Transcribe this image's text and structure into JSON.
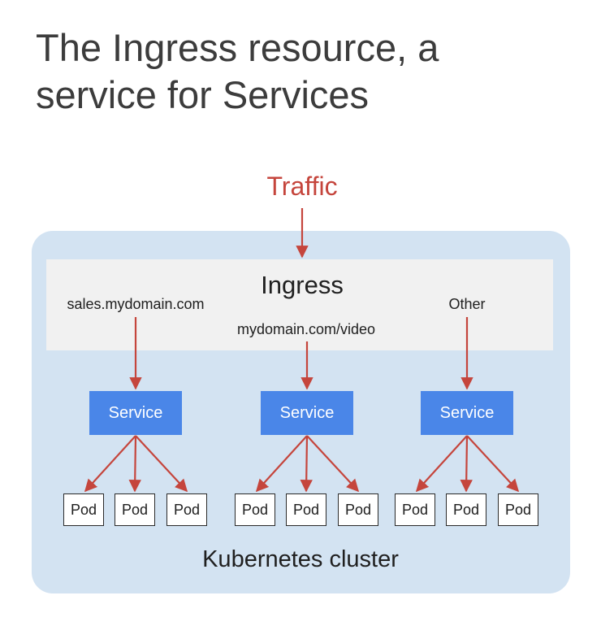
{
  "title": {
    "line1": "The Ingress resource, a",
    "line2": "service for Services"
  },
  "diagram": {
    "traffic_label": "Traffic",
    "ingress_label": "Ingress",
    "routes": [
      "sales.mydomain.com",
      "mydomain.com/video",
      "Other"
    ],
    "service_label": "Service",
    "pod_label": "Pod",
    "cluster_label": "Kubernetes cluster",
    "colors": {
      "arrow": "#c5453c",
      "service": "#4a86e8",
      "cluster": "#d3e3f2",
      "ingress": "#f1f1f1"
    }
  }
}
